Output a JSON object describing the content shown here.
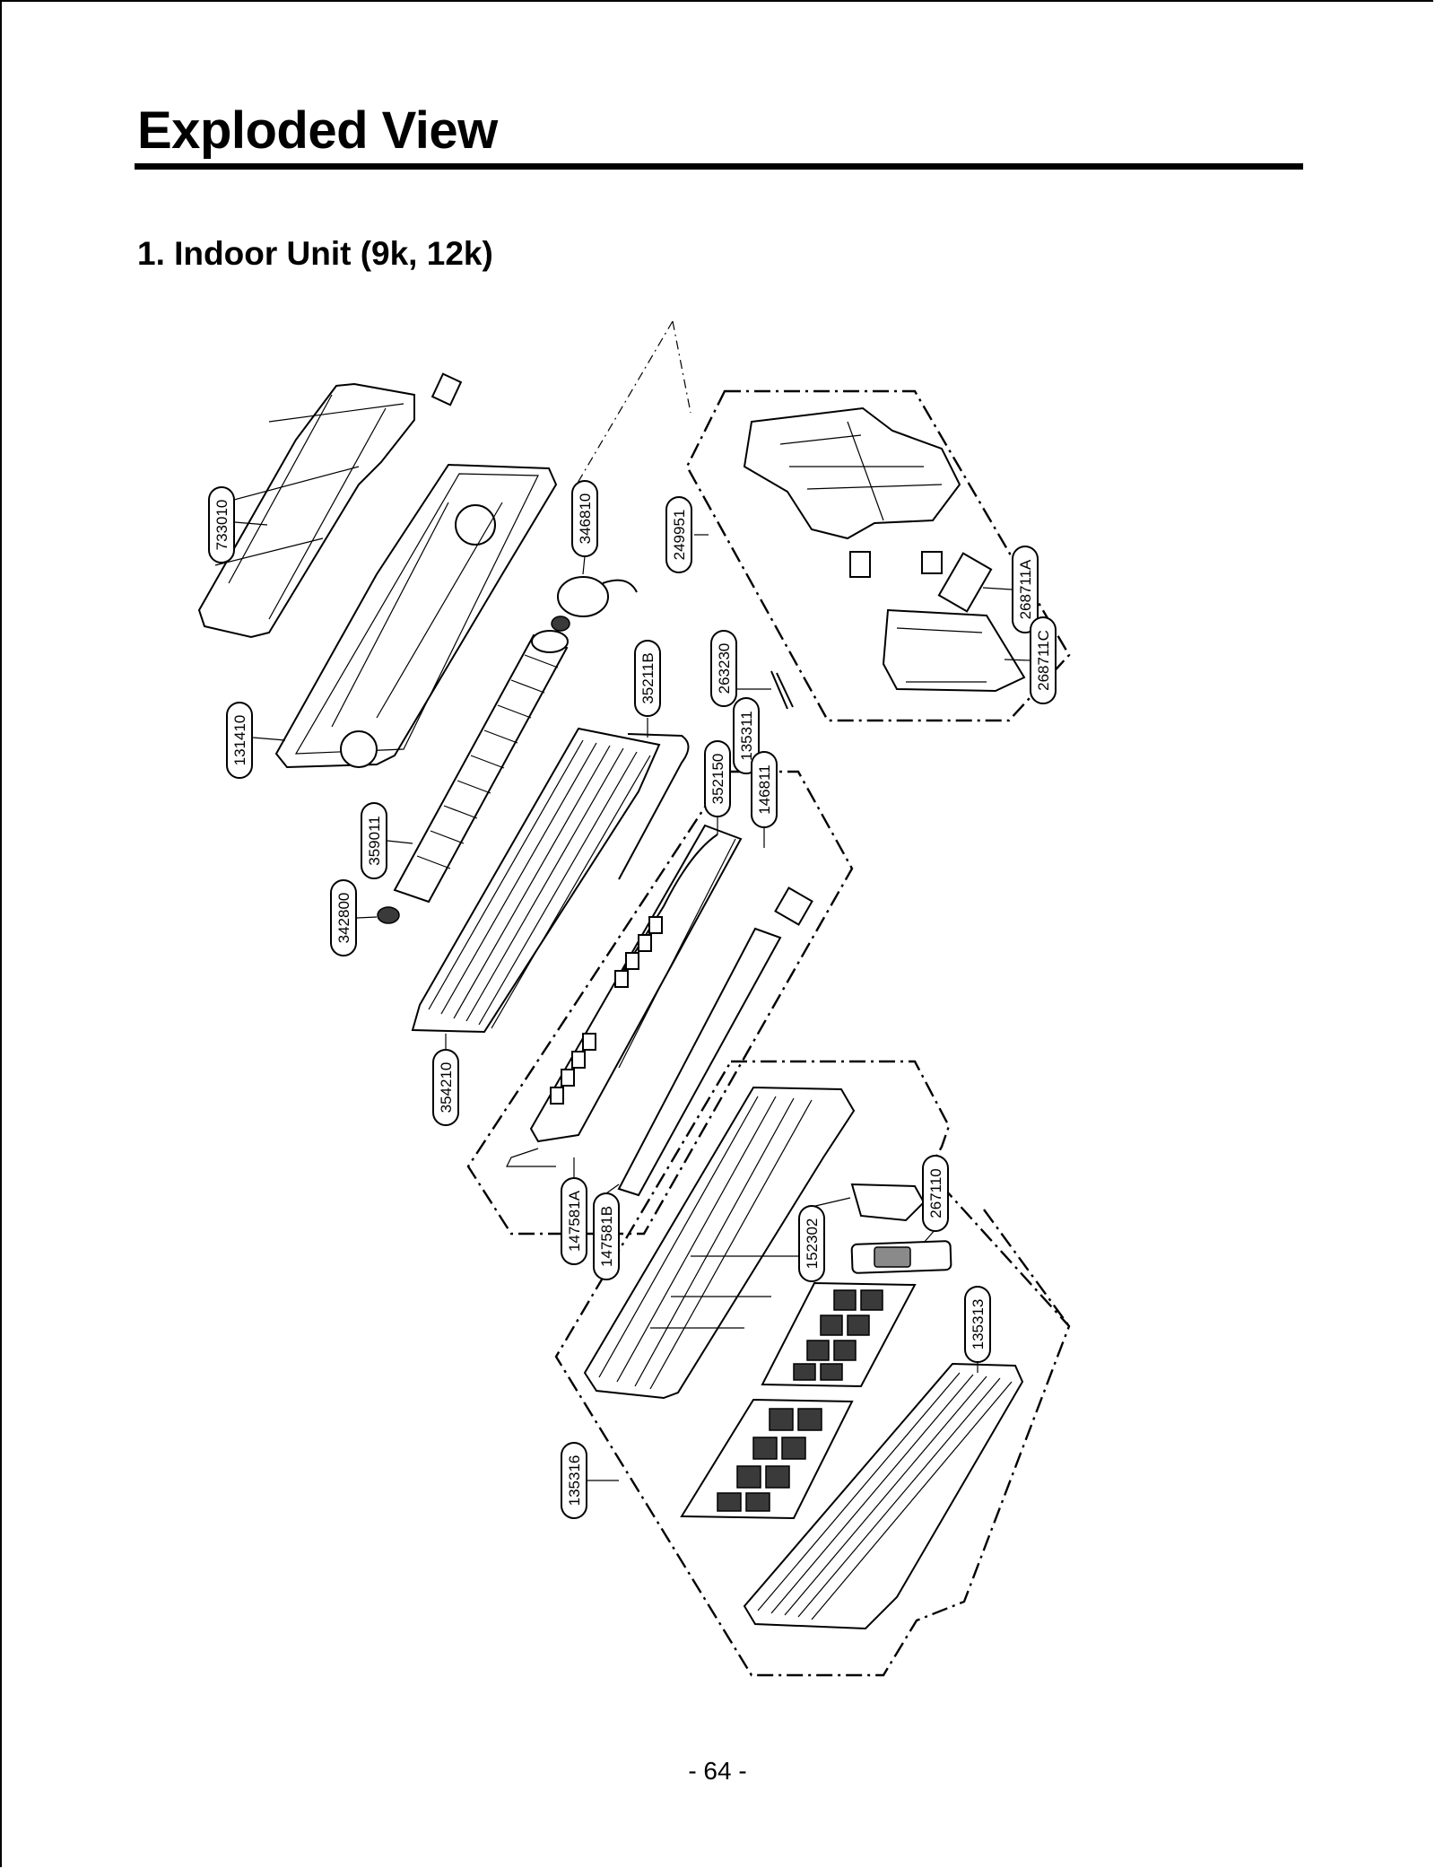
{
  "page": {
    "title": "Exploded View",
    "section_heading": "1. Indoor Unit (9k, 12k)",
    "page_number": "- 64 -"
  },
  "labels": {
    "p733010": "733010",
    "p346810": "346810",
    "p249951": "249951",
    "p268711A": "268711A",
    "p268711C": "268711C",
    "p263230": "263230",
    "p131410": "131410",
    "p35211B": "35211B",
    "p135311": "135311",
    "p352150": "352150",
    "p146811": "146811",
    "p359011": "359011",
    "p342800": "342800",
    "p354210": "354210",
    "p147581A": "147581A",
    "p147581B": "147581B",
    "p152302": "152302",
    "p267110": "267110",
    "p135313": "135313",
    "p135316": "135316"
  },
  "colors": {
    "ink": "#000000",
    "paper": "#ffffff"
  }
}
